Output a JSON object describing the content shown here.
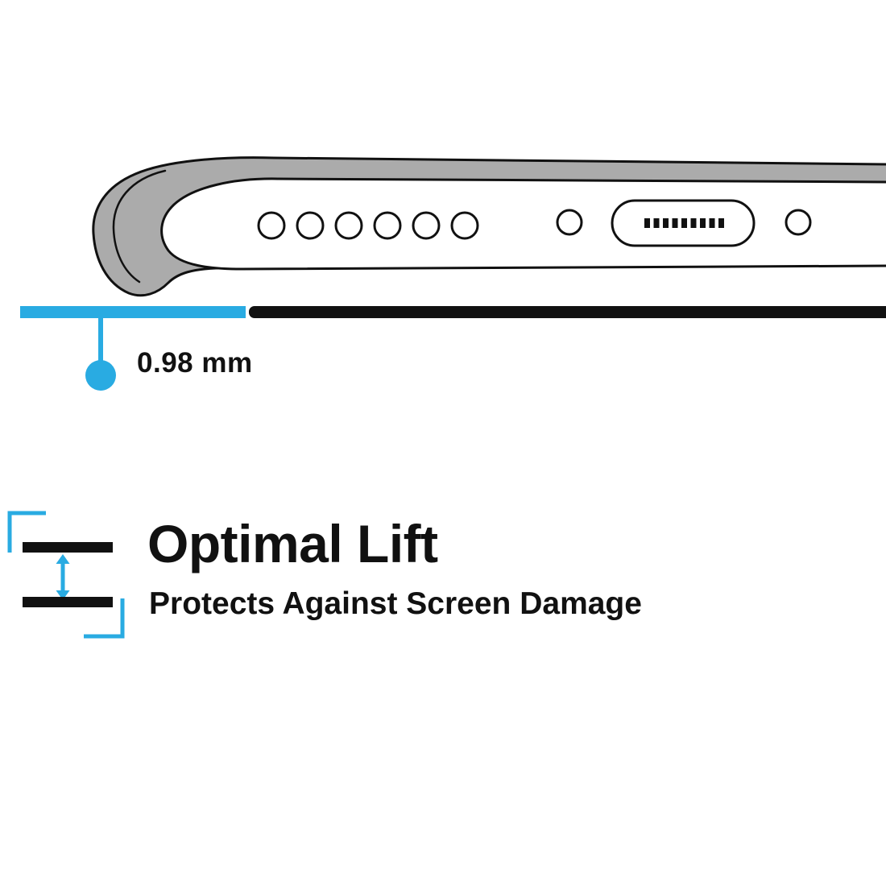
{
  "colors": {
    "accent_cyan": "#29ABE2",
    "ink_black": "#111111",
    "case_gray": "#ABABAB"
  },
  "measurement": {
    "label": "0.98 mm"
  },
  "feature": {
    "title": "Optimal Lift",
    "subtitle": "Protects Against Screen Damage"
  },
  "icons": [
    {
      "name": "phone-case-illustration",
      "meaning": "side view of phone bottom edge inside case with speaker holes and charging port"
    },
    {
      "name": "thickness-gauge",
      "meaning": "cyan/black bar showing case lip thickness with pointer"
    },
    {
      "name": "lift-gap-icon",
      "meaning": "two bars with double arrow showing raised lip gap"
    }
  ]
}
